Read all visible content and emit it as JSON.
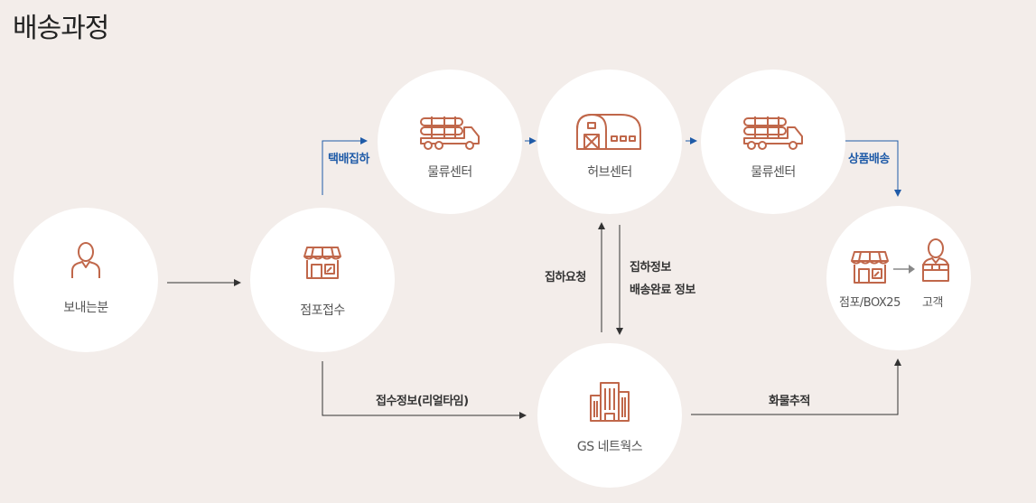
{
  "title": "배송과정",
  "nodes": {
    "sender": "보내는분",
    "store_reception": "점포접수",
    "logistics_center_1": "물류센터",
    "hub_center": "허브센터",
    "logistics_center_2": "물류센터",
    "store_box": "점포/BOX25",
    "customer": "고객",
    "gs_netwoks": "GS 네트웍스"
  },
  "edges": {
    "pickup": "택배집하",
    "product_delivery": "상품배송",
    "pickup_request": "집하요청",
    "pickup_info": "집하정보",
    "delivery_complete_info": "배송완료 정보",
    "reception_info_realtime": "접수정보(리얼타임)",
    "cargo_tracking": "화물추적"
  },
  "colors": {
    "background": "#f3edea",
    "node": "#ffffff",
    "icon": "#c0674a",
    "accent_arrow": "#1f5ba8",
    "line": "#333333"
  },
  "icons": [
    "person-icon",
    "storefront-icon",
    "truck-icon",
    "warehouse-icon",
    "building-icon",
    "arrow-right-icon"
  ]
}
